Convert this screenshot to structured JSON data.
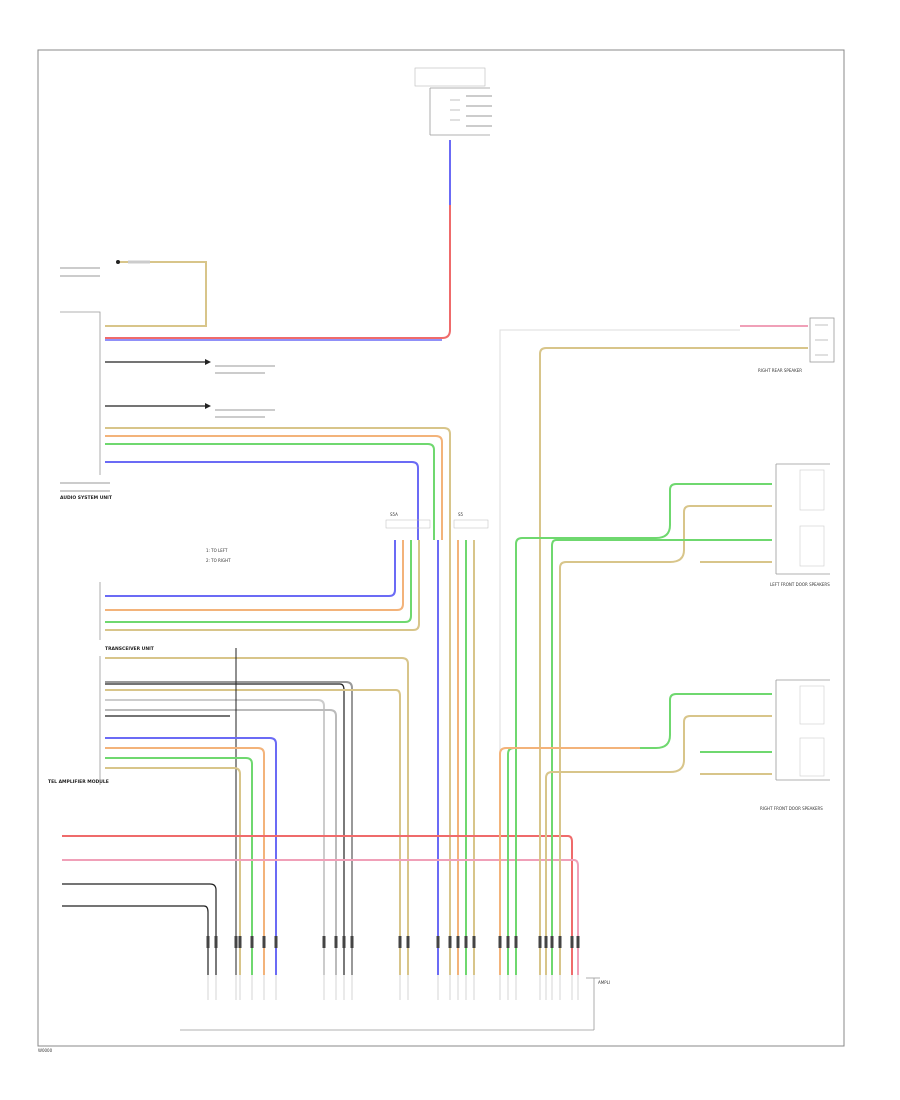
{
  "diagram": {
    "components": {
      "radio": "AUDIO SYSTEM UNIT",
      "transceiver": "TRANSCEIVER UNIT",
      "amplifier": "TEL AMPLIFIER MODULE",
      "rear_speaker": "RIGHT REAR SPEAKER",
      "left_front": "LEFT FRONT DOOR SPEAKERS",
      "right_front": "RIGHT FRONT DOOR SPEAKERS",
      "bottom_box": "AMPLI",
      "footer": "W0000"
    },
    "legend": {
      "line1": "1: TO LEFT",
      "line2": "2: TO RIGHT"
    },
    "splices": {
      "a": "S5A",
      "b": "S5"
    },
    "colors": {
      "yellow": "#d8c58a",
      "blue": "#6b6bf5",
      "red": "#ef6b6b",
      "pink": "#f0a0b8",
      "green": "#6fd86f",
      "orange": "#f3b37a",
      "gray": "#999999",
      "black": "#222222",
      "frame": "#888888"
    }
  }
}
